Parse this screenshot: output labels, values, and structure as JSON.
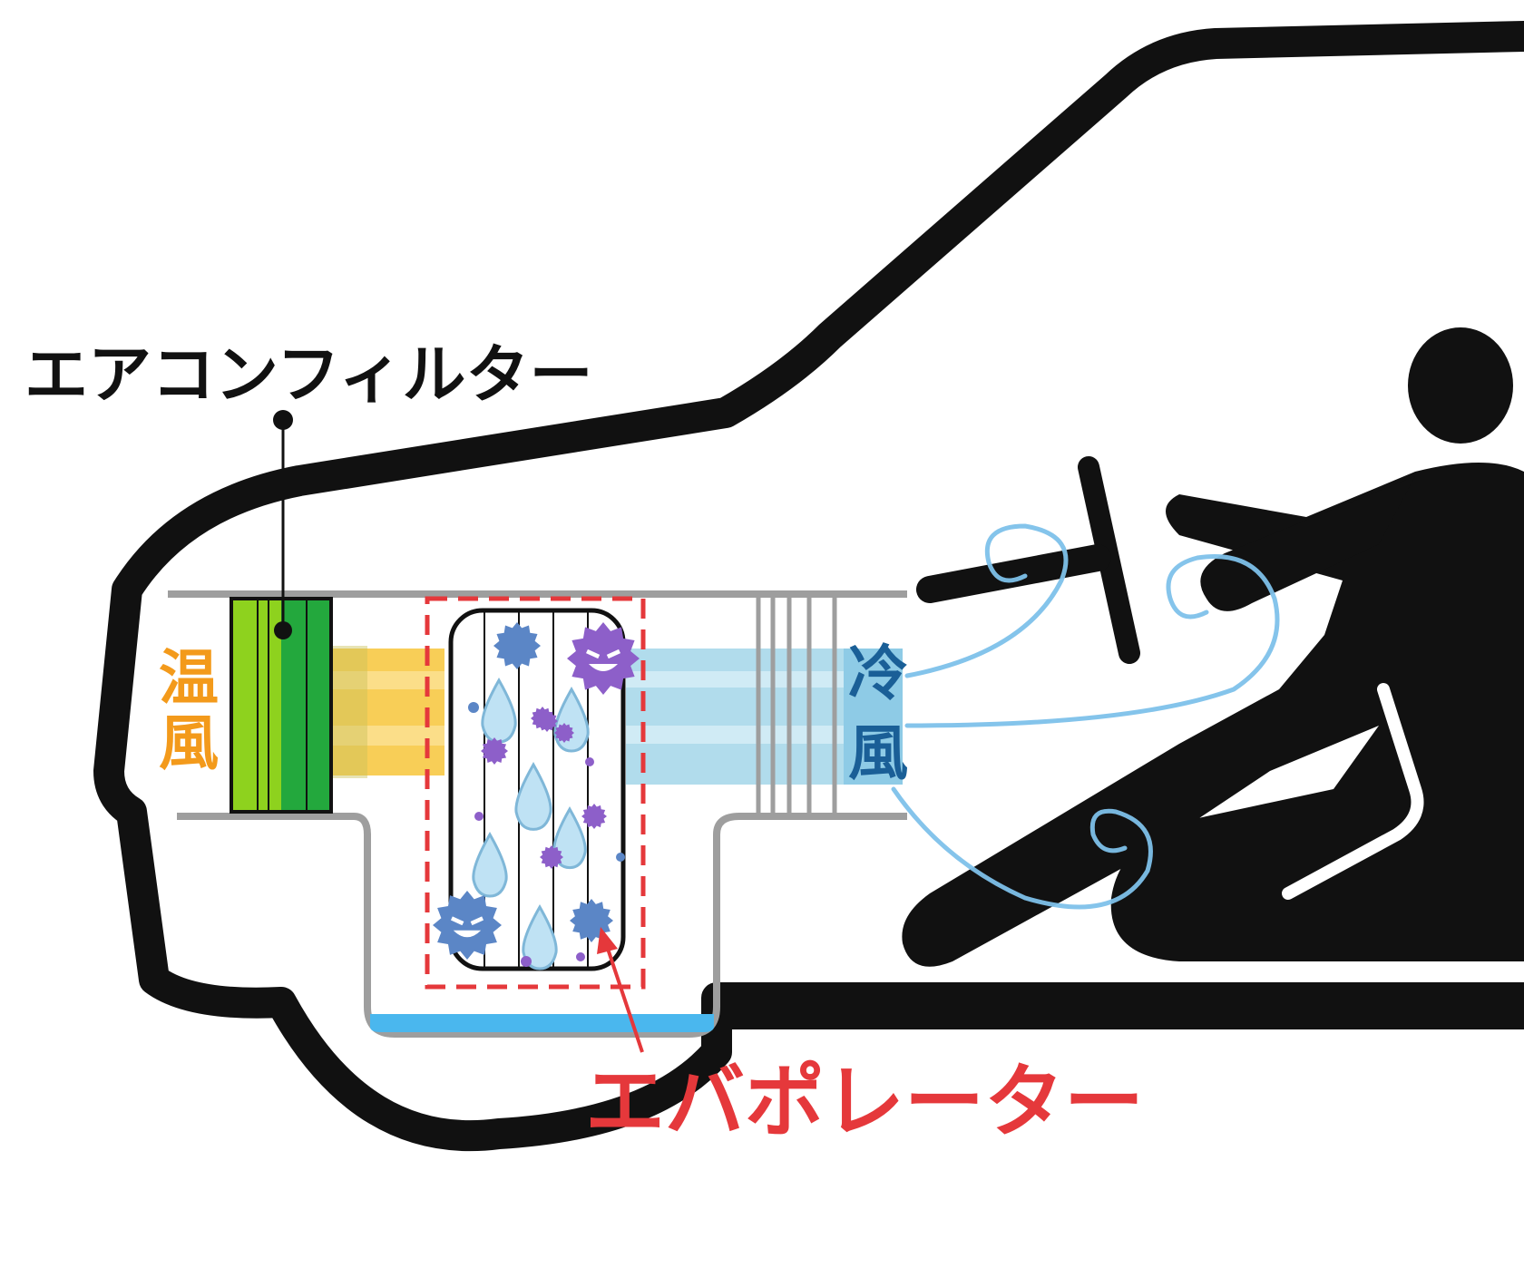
{
  "labels": {
    "air_filter": "エアコンフィルター",
    "warm_air": [
      "温",
      "風"
    ],
    "cold_air": [
      "冷",
      "風"
    ],
    "evaporator": "エバポレーター"
  },
  "colors": {
    "outline": "#111111",
    "duct": "#9e9e9e",
    "filter_light": "#8ed21e",
    "filter_dark": "#23a83d",
    "warm": "#f39a1b",
    "warm_fill": "#f7c53a",
    "cold": "#1a5f97",
    "cold_fill": "#a9d8ea",
    "evaporator": "#e5383b",
    "water": "#4ab7ee",
    "germ_blue": "#5b86c6",
    "germ_purple": "#8d5fc9",
    "drop": "#8cc9ea",
    "airflow": "#7ec1ea"
  },
  "icons": [
    "car-outline-icon",
    "driver-icon",
    "steering-wheel-icon",
    "germ-icon",
    "water-drop-icon",
    "airflow-swirl-icon"
  ]
}
